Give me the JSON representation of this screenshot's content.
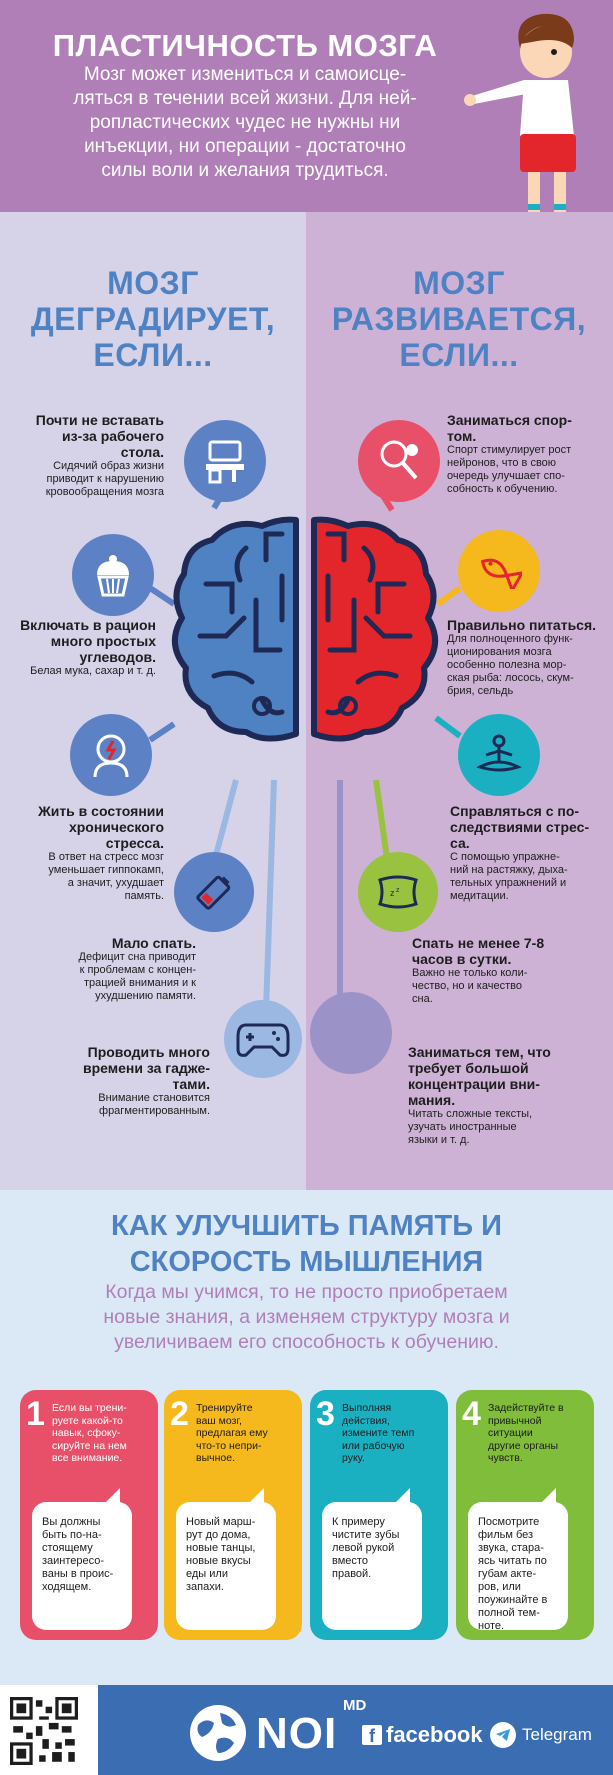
{
  "header": {
    "title": "ПЛАСТИЧНОСТЬ МОЗГА",
    "subtitle_lines": [
      "Мозг может измениться и самоисце-",
      "ляться в течении всей жизни. Для ней-",
      "ропластических чудес не нужны ни",
      "инъекции, ни операции - достаточно",
      "силы воли и желания трудиться."
    ]
  },
  "left": {
    "title_lines": [
      "МОЗГ",
      "ДЕГРАДИРУЕТ,",
      "ЕСЛИ..."
    ],
    "items": [
      {
        "head_lines": [
          "Почти не вставать",
          "из-за рабочего",
          "стола."
        ],
        "text_lines": [
          "Сидячий образ жизни",
          "приводит к нарушению",
          "кровообращения мозга"
        ]
      },
      {
        "head_lines": [
          "Включать в рацион",
          "много простых",
          "углеводов."
        ],
        "text_lines": [
          "Белая мука, сахар и т. д."
        ]
      },
      {
        "head_lines": [
          "Жить в состоянии",
          "хронического",
          "стресса."
        ],
        "text_lines": [
          "В ответ на стресс мозг",
          "уменьшает гиппокамп,",
          "а значит, ухудшает",
          "память."
        ]
      },
      {
        "head_lines": [
          "Мало спать."
        ],
        "text_lines": [
          "Дефицит сна приводит",
          "к проблемам с концен-",
          "трацией внимания и к",
          "ухудшению памяти."
        ]
      },
      {
        "head_lines": [
          "Проводить много",
          "времени за гадже-",
          "тами."
        ],
        "text_lines": [
          "Внимание становится",
          "фрагментированным."
        ]
      }
    ]
  },
  "right": {
    "title_lines": [
      "МОЗГ",
      "РАЗВИВАЕТСЯ,",
      "ЕСЛИ..."
    ],
    "items": [
      {
        "head_lines": [
          "Заниматься спор-",
          "том."
        ],
        "text_lines": [
          "Спорт стимулирует рост",
          "нейронов, что в свою",
          "очередь улучшает спо-",
          "собность к обучению."
        ]
      },
      {
        "head_lines": [
          "Правильно питаться."
        ],
        "text_lines": [
          "Для полноценного функ-",
          "ционирования мозга",
          "особенно полезна мор-",
          "ская рыба: лосось, скум-",
          "брия, сельдь"
        ]
      },
      {
        "head_lines": [
          "Справляться с по-",
          "следствиями стрес-",
          "са."
        ],
        "text_lines": [
          "С помощью упражне-",
          "ний на растяжку, дыха-",
          "тельных упражнений и",
          "медитации."
        ]
      },
      {
        "head_lines": [
          "Спать не менее 7-8",
          "часов в сутки."
        ],
        "text_lines": [
          "Важно не только коли-",
          "чество, но и качество",
          "сна."
        ]
      },
      {
        "head_lines": [
          "Заниматься тем, что",
          "требует большой",
          "концентрации вни-",
          "мания."
        ],
        "text_lines": [
          "Читать сложные тексты,",
          "узучать иностранные",
          "языки и т. д."
        ]
      }
    ]
  },
  "memory": {
    "title_lines": [
      "КАК УЛУЧШИТЬ ПАМЯТЬ И",
      "СКОРОСТЬ МЫШЛЕНИЯ"
    ],
    "subtitle_lines": [
      "Когда мы учимся, то не просто приобретаем",
      "новые знания, а изменяем структуру мозга и",
      "увеличиваем его способность к обучению."
    ],
    "cards": [
      {
        "num": "1",
        "color": "#e8506a",
        "top_lines": [
          "Если вы трени-",
          "руете какой-то",
          "навык, сфоку-",
          "сируйте на нем",
          "все внимание."
        ],
        "inner_lines": [
          "Вы должны",
          "быть по-на-",
          "стоящему",
          "заинтересо-",
          "ваны в проис-",
          "ходящем."
        ]
      },
      {
        "num": "2",
        "color": "#f5b81d",
        "top_lines": [
          "Тренируйте",
          "ваш мозг,",
          "предлагая ему",
          "что-то непри-",
          "вычное."
        ],
        "inner_lines": [
          "Новый марш-",
          "рут до дома,",
          "новые танцы,",
          "новые вкусы",
          "еды или",
          "запахи."
        ]
      },
      {
        "num": "3",
        "color": "#1ab0c1",
        "top_lines": [
          "Выполняя",
          "действия,",
          "измените темп",
          "или рабочую",
          "руку."
        ],
        "inner_lines": [
          "К примеру",
          "чистите зубы",
          "левой рукой",
          "вместо",
          "правой."
        ]
      },
      {
        "num": "4",
        "color": "#7fbd3b",
        "top_lines": [
          "Задействуйте в",
          "привычной",
          "ситуации",
          "другие органы",
          "чувств."
        ],
        "inner_lines": [
          "Посмотрите",
          "фильм без",
          "звука, стара-",
          "ясь читать по",
          "губам акте-",
          "ров, или",
          "поужинайте в",
          "полной тем-",
          "ноте."
        ]
      }
    ]
  },
  "footer": {
    "logo": "NOI",
    "logo_suffix": "MD",
    "facebook": "facebook",
    "telegram": "Telegram"
  },
  "colors": {
    "header_bg": "#b07fb8",
    "left_bg": "#d6d3e9",
    "right_bg": "#cdb2d6",
    "title_blue": "#4f82c3",
    "memory_bg": "#dbe9f6",
    "footer_blue": "#3b6db3"
  },
  "icons": [
    "desk-icon",
    "cupcake-icon",
    "stress-head-icon",
    "low-battery-icon",
    "gamepad-icon",
    "sport-racket-icon",
    "fish-icon",
    "meditation-icon",
    "pillow-icon",
    "globe-logo-icon",
    "facebook-icon",
    "telegram-icon",
    "qr-code"
  ]
}
